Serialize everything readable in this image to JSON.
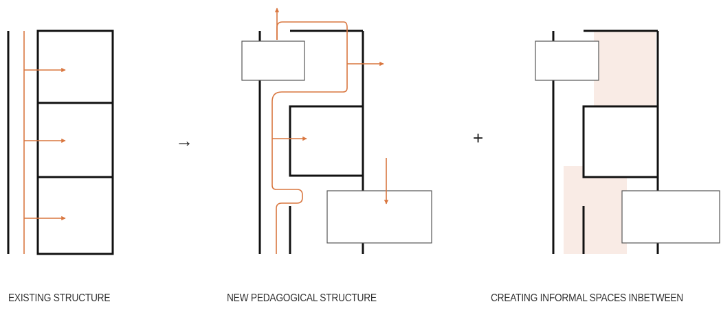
{
  "captions": {
    "existing": "EXISTING STRUCTURE",
    "new": "NEW PEDAGOGICAL STRUCTURE",
    "informal": "CREATING INFORMAL SPACES INBETWEEN"
  },
  "symbols": {
    "arrow": "→",
    "plus": "+"
  },
  "colors": {
    "wall": "#111111",
    "circulation": "#d9763f",
    "informal_fill": "#f9ebe5",
    "box_stroke": "#555555"
  }
}
